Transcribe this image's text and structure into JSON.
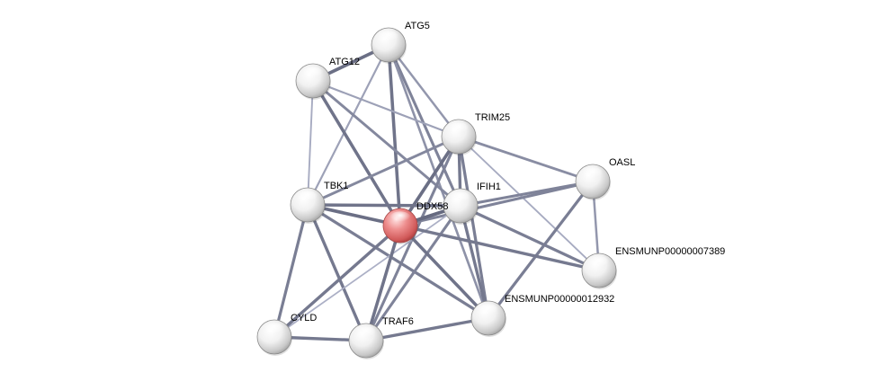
{
  "network": {
    "nodes": [
      {
        "id": "ATG5",
        "label": "ATG5",
        "highlight": false
      },
      {
        "id": "ATG12",
        "label": "ATG12",
        "highlight": false
      },
      {
        "id": "TRIM25",
        "label": "TRIM25",
        "highlight": false
      },
      {
        "id": "OASL",
        "label": "OASL",
        "highlight": false
      },
      {
        "id": "TBK1",
        "label": "TBK1",
        "highlight": false
      },
      {
        "id": "IFIH1",
        "label": "IFIH1",
        "highlight": false
      },
      {
        "id": "DDX58",
        "label": "DDX58",
        "highlight": true
      },
      {
        "id": "ENSMUNP00000007389",
        "label": "ENSMUNP00000007389",
        "highlight": false
      },
      {
        "id": "ENSMUNP00000012932",
        "label": "ENSMUNP00000012932",
        "highlight": false
      },
      {
        "id": "CYLD",
        "label": "CYLD",
        "highlight": false
      },
      {
        "id": "TRAF6",
        "label": "TRAF6",
        "highlight": false
      }
    ],
    "edges": [
      {
        "source": "ATG5",
        "target": "ATG12",
        "weight": 0.9
      },
      {
        "source": "ATG5",
        "target": "DDX58",
        "weight": 0.85
      },
      {
        "source": "ATG5",
        "target": "IFIH1",
        "weight": 0.7
      },
      {
        "source": "ATG5",
        "target": "TRIM25",
        "weight": 0.5
      },
      {
        "source": "ATG5",
        "target": "TBK1",
        "weight": 0.4
      },
      {
        "source": "ATG5",
        "target": "ENSMUNP00000012932",
        "weight": 0.55
      },
      {
        "source": "ATG12",
        "target": "DDX58",
        "weight": 0.85
      },
      {
        "source": "ATG12",
        "target": "IFIH1",
        "weight": 0.65
      },
      {
        "source": "ATG12",
        "target": "TRIM25",
        "weight": 0.4
      },
      {
        "source": "ATG12",
        "target": "TBK1",
        "weight": 0.3
      },
      {
        "source": "TRIM25",
        "target": "DDX58",
        "weight": 0.9
      },
      {
        "source": "TRIM25",
        "target": "IFIH1",
        "weight": 0.8
      },
      {
        "source": "TRIM25",
        "target": "TBK1",
        "weight": 0.65
      },
      {
        "source": "TRIM25",
        "target": "OASL",
        "weight": 0.6
      },
      {
        "source": "TRIM25",
        "target": "TRAF6",
        "weight": 0.7
      },
      {
        "source": "TRIM25",
        "target": "ENSMUNP00000012932",
        "weight": 0.75
      },
      {
        "source": "TRIM25",
        "target": "ENSMUNP00000007389",
        "weight": 0.3
      },
      {
        "source": "OASL",
        "target": "DDX58",
        "weight": 0.7
      },
      {
        "source": "OASL",
        "target": "IFIH1",
        "weight": 0.7
      },
      {
        "source": "OASL",
        "target": "ENSMUNP00000007389",
        "weight": 0.5
      },
      {
        "source": "OASL",
        "target": "ENSMUNP00000012932",
        "weight": 0.75
      },
      {
        "source": "TBK1",
        "target": "DDX58",
        "weight": 0.9
      },
      {
        "source": "TBK1",
        "target": "IFIH1",
        "weight": 0.85
      },
      {
        "source": "TBK1",
        "target": "CYLD",
        "weight": 0.75
      },
      {
        "source": "TBK1",
        "target": "TRAF6",
        "weight": 0.8
      },
      {
        "source": "TBK1",
        "target": "ENSMUNP00000012932",
        "weight": 0.75
      },
      {
        "source": "IFIH1",
        "target": "DDX58",
        "weight": 0.95
      },
      {
        "source": "IFIH1",
        "target": "ENSMUNP00000007389",
        "weight": 0.75
      },
      {
        "source": "IFIH1",
        "target": "ENSMUNP00000012932",
        "weight": 0.8
      },
      {
        "source": "IFIH1",
        "target": "TRAF6",
        "weight": 0.7
      },
      {
        "source": "IFIH1",
        "target": "CYLD",
        "weight": 0.25
      },
      {
        "source": "DDX58",
        "target": "ENSMUNP00000007389",
        "weight": 0.8
      },
      {
        "source": "DDX58",
        "target": "ENSMUNP00000012932",
        "weight": 0.85
      },
      {
        "source": "DDX58",
        "target": "CYLD",
        "weight": 0.8
      },
      {
        "source": "DDX58",
        "target": "TRAF6",
        "weight": 0.85
      },
      {
        "source": "CYLD",
        "target": "TRAF6",
        "weight": 0.8
      },
      {
        "source": "TRAF6",
        "target": "ENSMUNP00000012932",
        "weight": 0.8
      }
    ]
  }
}
